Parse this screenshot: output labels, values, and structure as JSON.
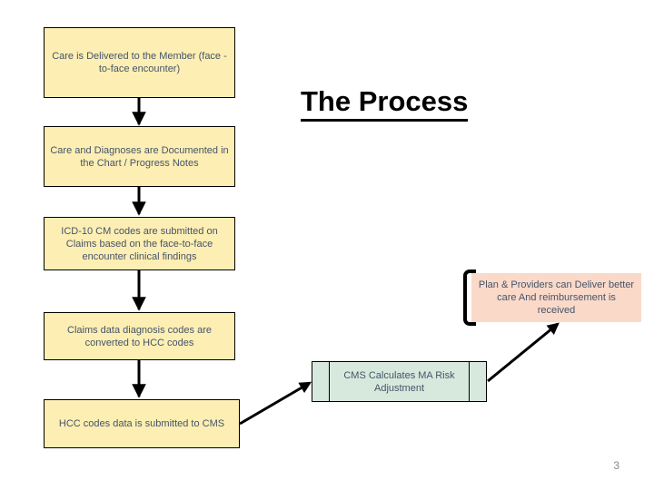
{
  "slide": {
    "title": "The Process",
    "page_number": "3",
    "colors": {
      "node_yellow": "#fdeeb3",
      "node_pink": "#fbd9c9",
      "node_green": "#d7e9dd",
      "node_border": "#000000",
      "node_text": "#44546a",
      "title_text": "#000000",
      "page_number_text": "#8a8a8a",
      "background": "#ffffff"
    }
  },
  "flow": {
    "nodes": [
      {
        "id": "care-delivered",
        "label": "Care is Delivered to the Member (face -to-face encounter)"
      },
      {
        "id": "care-documented",
        "label": "Care and Diagnoses are Documented in the Chart / Progress Notes"
      },
      {
        "id": "icd10-submitted",
        "label": "ICD-10 CM codes are submitted on Claims based on the face-to-face encounter clinical findings"
      },
      {
        "id": "claims-converted",
        "label": "Claims data diagnosis codes are converted to HCC codes"
      },
      {
        "id": "hcc-submitted",
        "label": "HCC codes data is submitted to CMS"
      },
      {
        "id": "cms-calculates",
        "label": "CMS Calculates MA Risk Adjustment"
      },
      {
        "id": "plan-providers",
        "label": "Plan & Providers can Deliver better care And reimbursement is received"
      }
    ],
    "connectors": [
      {
        "from": "care-delivered",
        "to": "care-documented",
        "style": "vertical-arrow"
      },
      {
        "from": "care-documented",
        "to": "icd10-submitted",
        "style": "vertical-arrow"
      },
      {
        "from": "icd10-submitted",
        "to": "claims-converted",
        "style": "vertical-arrow"
      },
      {
        "from": "claims-converted",
        "to": "hcc-submitted",
        "style": "vertical-arrow"
      },
      {
        "from": "hcc-submitted",
        "to": "cms-calculates",
        "style": "diagonal-arrow"
      },
      {
        "from": "cms-calculates",
        "to": "plan-providers",
        "style": "diagonal-arrow"
      }
    ]
  }
}
